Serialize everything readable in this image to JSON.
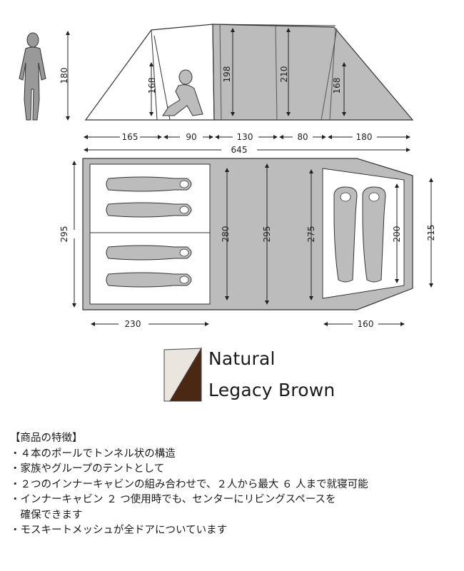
{
  "side_view": {
    "person_height": "180",
    "pole_heights": [
      "168",
      "198",
      "210",
      "168"
    ]
  },
  "widths_top": [
    "165",
    "90",
    "130",
    "80",
    "180"
  ],
  "total_length": "645",
  "floor_plan": {
    "left_width_label": "295",
    "left_cabin_depth": "280",
    "center_width": "295",
    "right_cabin_outer": "275",
    "right_cabin_depth": "200",
    "right_width": "215",
    "left_cabin_length": "230",
    "right_cabin_length": "160"
  },
  "colors": {
    "items": [
      {
        "label": "Natural",
        "hex": "#ebe5df"
      },
      {
        "label": "Legacy Brown",
        "hex": "#4a2814"
      }
    ]
  },
  "features": {
    "heading": "【商品の特徴】",
    "lines": [
      "・４本のポールでトンネル状の構造",
      "・家族やグループのテントとして",
      "・２つのインナーキャビンの組み合わせで、２人から最大 ６ 人まで就寝可能",
      "・インナーキャビン ２ つ使用時でも、センターにリビングスペースを",
      "　確保できます",
      "・モスキートメッシュが全ドアについています"
    ]
  }
}
